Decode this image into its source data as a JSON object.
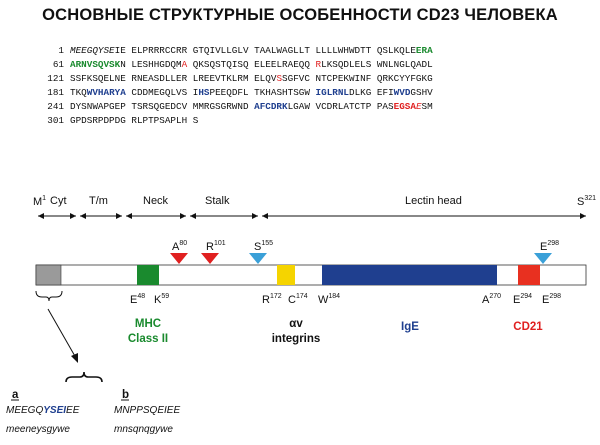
{
  "title": "ОСНОВНЫЕ СТРУКТУРНЫЕ ОСОБЕННОСТИ CD23 ЧЕЛОВЕКА",
  "sequence_lines": [
    {
      "num": "1",
      "segments": [
        {
          "t": "MEEGQYSE",
          "s": "ital"
        },
        {
          "t": "IE ELPRRRCCRR GTQIVLLGLV TAALWAGLLT LLLLWHWDTT QSLKQLE"
        },
        {
          "t": "ERA",
          "s": "green"
        }
      ]
    },
    {
      "num": "61",
      "segments": [
        {
          "t": "ARNVSQVSK",
          "s": "green"
        },
        {
          "t": "N LESHHGDQM"
        },
        {
          "t": "A",
          "s": "red"
        },
        {
          "t": " QKSQSTQISQ ELEELRAEQQ "
        },
        {
          "t": "R",
          "s": "red"
        },
        {
          "t": "LKSQDLELS WNLNGLQADL"
        }
      ]
    },
    {
      "num": "121",
      "segments": [
        {
          "t": "SSFKSQELNE RNEASDLLER LREEVTKLRM ELQV"
        },
        {
          "t": "S",
          "s": "red"
        },
        {
          "t": "SGFVC NTCPEKWINF QRKCYYFGKG"
        }
      ]
    },
    {
      "num": "181",
      "segments": [
        {
          "t": "TKQ"
        },
        {
          "t": "WVHARYA",
          "s": "blue"
        },
        {
          "t": " CDDMEGQLVS I"
        },
        {
          "t": "HS",
          "s": "blue"
        },
        {
          "t": "PEEQDFL TKHASHTSGW "
        },
        {
          "t": "IGLRNL",
          "s": "blue"
        },
        {
          "t": "DLKG EFI"
        },
        {
          "t": "WVD",
          "s": "blue"
        },
        {
          "t": "GSHV"
        }
      ]
    },
    {
      "num": "241",
      "segments": [
        {
          "t": "DYSNWAPGEP TSRSQGEDCV MMRGSGRWND "
        },
        {
          "t": "AFCDRK",
          "s": "blue"
        },
        {
          "t": "LGAW VCDRLATCTP PAS"
        },
        {
          "t": "EGSA",
          "s": "redb"
        },
        {
          "t": "E",
          "s": "redi"
        },
        {
          "t": "SM"
        }
      ]
    },
    {
      "num": "301",
      "segments": [
        {
          "t": "GPDSRPDPDG RLPTPSAPLH S"
        }
      ]
    }
  ],
  "regions": {
    "m1": "M",
    "m1_sup": "1",
    "cyt": "Cyt",
    "tm": "T/m",
    "neck": "Neck",
    "stalk": "Stalk",
    "lectin": "Lectin head",
    "s321": "S",
    "s321_sup": "321"
  },
  "sites_above": [
    {
      "res": "A",
      "sup": "80",
      "color": "#e02020"
    },
    {
      "res": "R",
      "sup": "101",
      "color": "#e02020"
    },
    {
      "res": "S",
      "sup": "155",
      "color": "#3aa0d8"
    },
    {
      "res": "E",
      "sup": "298",
      "color": "#3aa0d8"
    }
  ],
  "residues_below": [
    {
      "res": "E",
      "sup": "48"
    },
    {
      "res": "K",
      "sup": "59"
    },
    {
      "res": "R",
      "sup": "172"
    },
    {
      "res": "C",
      "sup": "174"
    },
    {
      "res": "W",
      "sup": "184"
    },
    {
      "res": "A",
      "sup": "270"
    },
    {
      "res": "E",
      "sup": "294"
    },
    {
      "res": "E",
      "sup": "298"
    }
  ],
  "domains": {
    "cyt_color": "#9a9a9a",
    "mhc_color": "#1a8a2e",
    "integrin_color": "#f5d400",
    "ige_color": "#1f3f8f",
    "cd21_color": "#e83020"
  },
  "binding_labels": [
    {
      "line1": "MHC",
      "line2": "Class II",
      "color": "#1a8a2e"
    },
    {
      "line1": "αv",
      "line2": "integrins",
      "color": "#111111"
    },
    {
      "line1": "IgE",
      "line2": "",
      "color": "#1f3f8f"
    },
    {
      "line1": "CD21",
      "line2": "",
      "color": "#e02020"
    }
  ],
  "isoforms": {
    "a_label": "a",
    "b_label": "b",
    "a_seq1_pre": "MEEGQ",
    "a_seq1_mid": "YSEI",
    "a_seq1_post": "EE",
    "a_seq2": "meeneysgywe",
    "b_seq1": "MNPPSQEIEE",
    "b_seq2": "mnsqnqgywe"
  }
}
